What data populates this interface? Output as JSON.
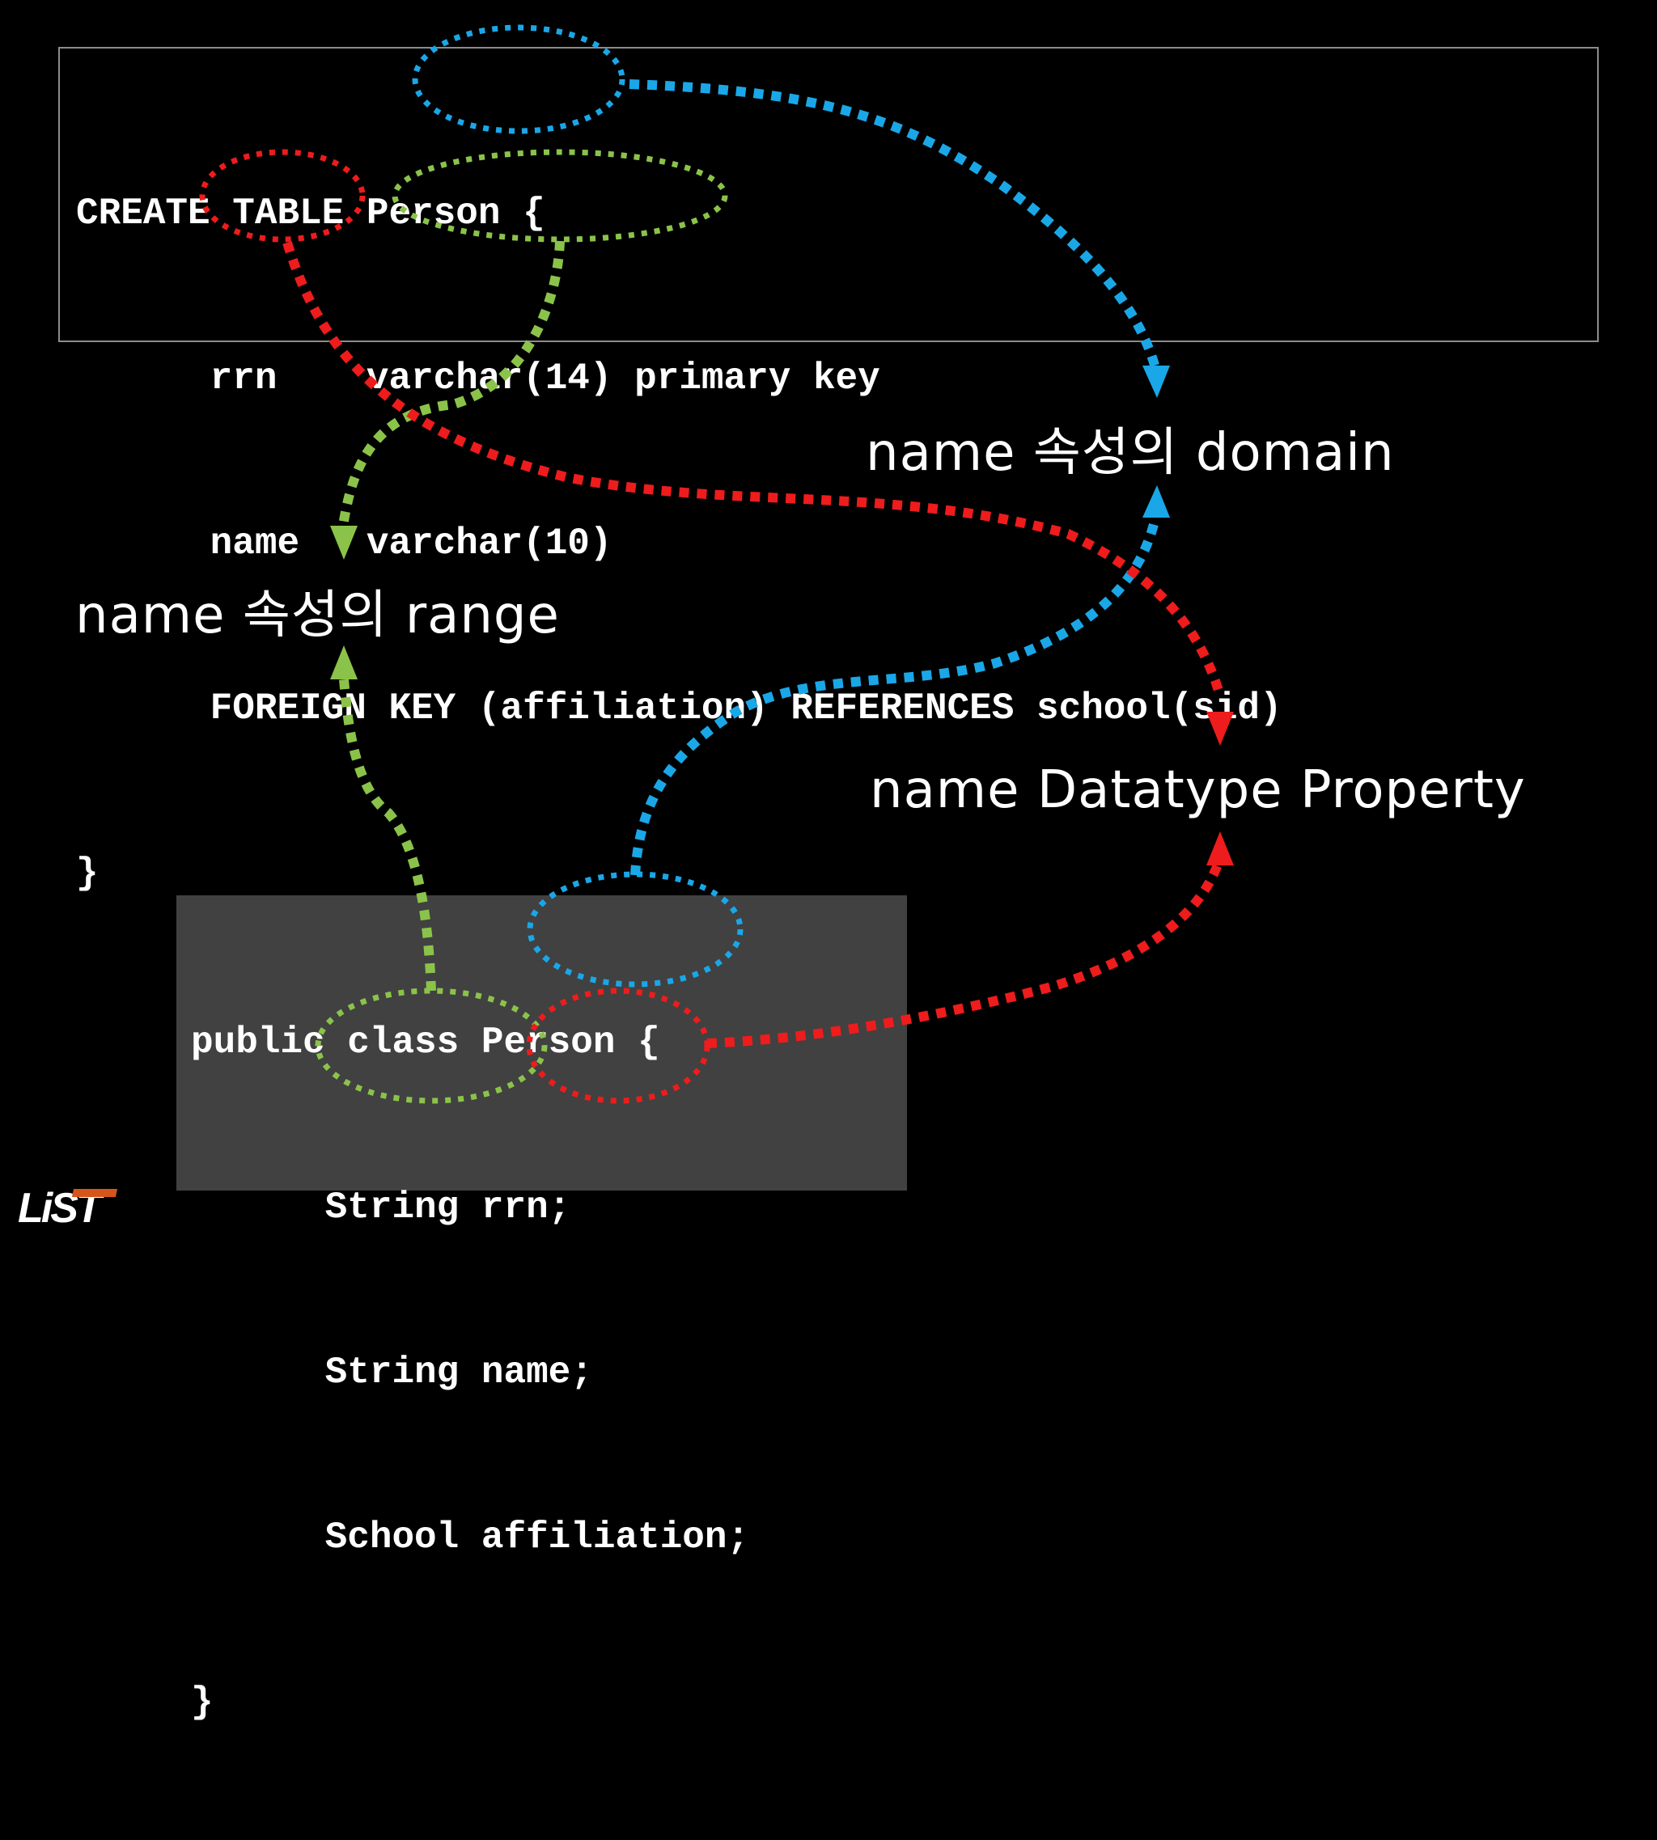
{
  "sql_code": {
    "lines": [
      "CREATE TABLE Person {",
      "      rrn    varchar(14) primary key",
      "      name   varchar(10)",
      "      FOREIGN KEY (affiliation) REFERENCES school(sid)",
      "}"
    ]
  },
  "java_code": {
    "lines": [
      "public class Person {",
      "      String rrn;",
      "      String name;",
      "      School affiliation;",
      "}"
    ]
  },
  "labels": {
    "range": "name 속성의 range",
    "domain": "name 속성의 domain",
    "property": "name Datatype Property"
  },
  "logo": {
    "text": "LiST"
  },
  "colors": {
    "background": "#000000",
    "domain_arrow": "#1aa7e8",
    "range_arrow": "#8bc34a",
    "property_arrow": "#ee1c1c",
    "java_box": "#414141",
    "sql_box_border": "#8c8c8c",
    "logo_accent": "#d5551b"
  }
}
